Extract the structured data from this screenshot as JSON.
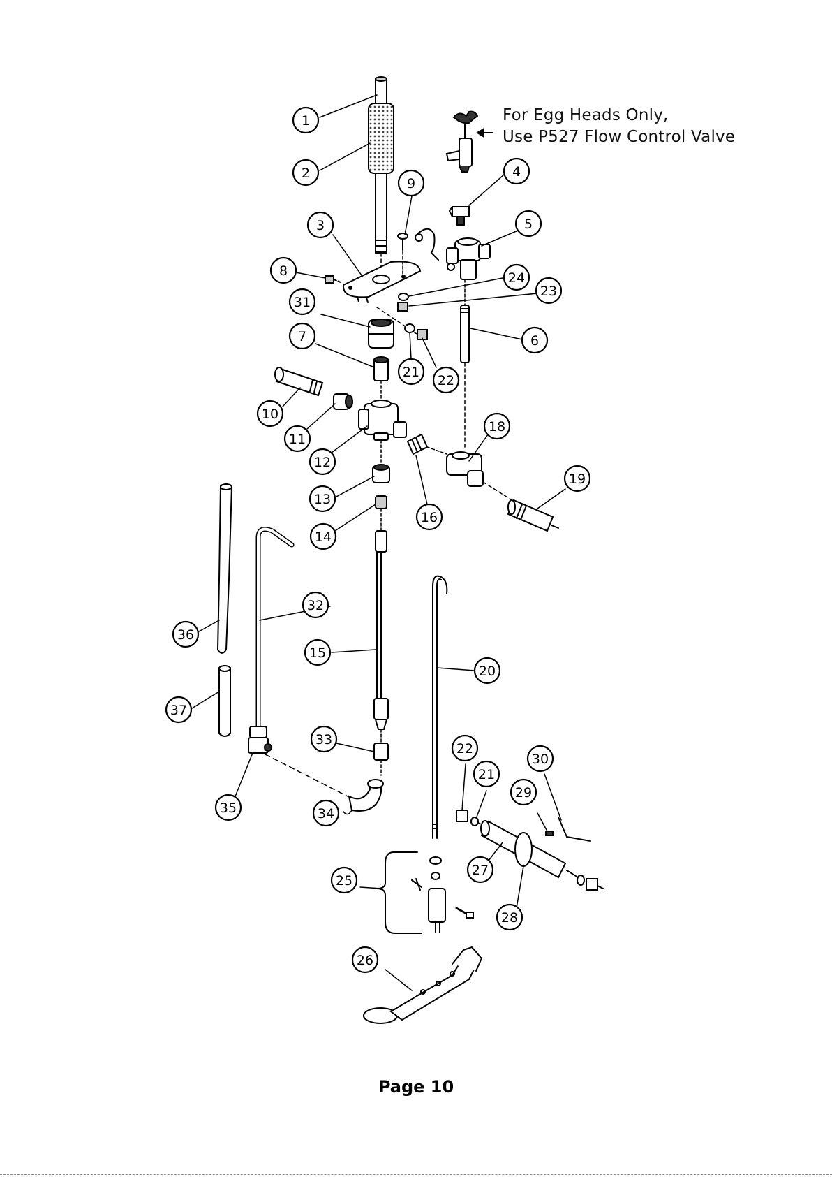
{
  "note": {
    "line1": "For Egg Heads Only,",
    "line2": "Use P527 Flow Control Valve"
  },
  "page_label": "Page 10",
  "callouts": [
    "1",
    "2",
    "3",
    "4",
    "5",
    "6",
    "7",
    "8",
    "9",
    "10",
    "11",
    "12",
    "13",
    "14",
    "15",
    "16",
    "18",
    "19",
    "20",
    "21",
    "22",
    "23",
    "24",
    "25",
    "26",
    "27",
    "28",
    "29",
    "30",
    "31",
    "32",
    "33",
    "34",
    "35",
    "36",
    "37"
  ],
  "callouts_repeat": [
    "22",
    "21"
  ],
  "colors": {
    "ink": "#000000",
    "paper": "#ffffff",
    "knurl": "#555555"
  }
}
